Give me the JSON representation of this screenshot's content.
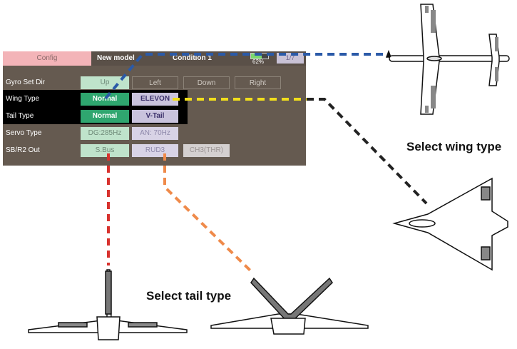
{
  "topbar": {
    "config_label": "Config",
    "model_name": "New model",
    "condition": "Condition 1",
    "battery_percent": "62%",
    "battery_level": 0.62,
    "page": "1/7"
  },
  "rows": [
    {
      "label": "Gyro Set Dir"
    },
    {
      "label": "Wing Type"
    },
    {
      "label": "Tail Type"
    },
    {
      "label": "Servo Type"
    },
    {
      "label": "SB/R2 Out"
    }
  ],
  "gyro_dir": {
    "up": "Up",
    "left": "Left",
    "down": "Down",
    "right": "Right"
  },
  "wing_type": {
    "value": "Normal",
    "option": "ELEVON"
  },
  "tail_type": {
    "value": "Normal",
    "option": "V-Tail"
  },
  "servo_type": {
    "value": "DG:285Hz",
    "option": "AN: 70Hz"
  },
  "sb_out": {
    "value": "S.Bus",
    "option": "RUD3",
    "extra": "CH3(THR)"
  },
  "captions": {
    "wing": "Select wing type",
    "tail": "Select tail type"
  },
  "colors": {
    "config_tab": "#f3b4b8",
    "selected_green": "#2fa66f",
    "selection_lavender": "#c9c3dd",
    "line_blue": "#2b5aa8",
    "line_yellow": "#f1de1b",
    "line_black": "#222222",
    "line_red": "#d8322e",
    "line_orange": "#ef8a4a"
  }
}
